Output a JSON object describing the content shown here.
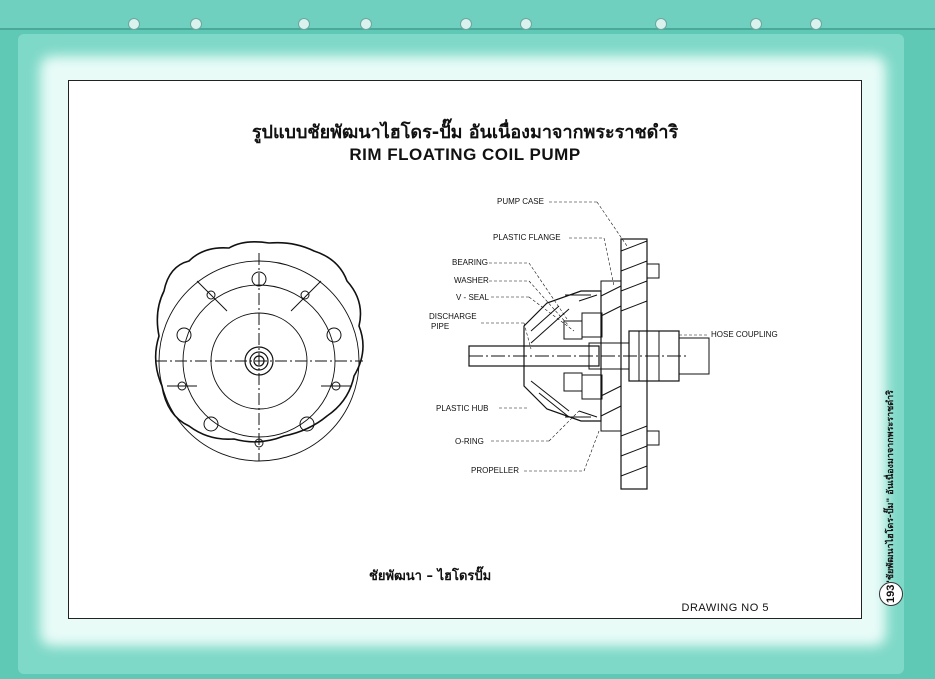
{
  "title_thai": "รูปแบบชัยพัฒนาไฮโดร-ปั๊ม อันเนื่องมาจากพระราชดำริ",
  "title_english": "RIM FLOATING COIL PUMP",
  "caption": "ชัยพัฒนา – ไฮโดรปั๊ม",
  "drawing_number": "DRAWING   NO 5",
  "labels": {
    "pump_case": "PUMP CASE",
    "plastic_flange": "PLASTIC FLANGE",
    "bearing": "BEARING",
    "washer": "WASHER",
    "v_seal": "V - SEAL",
    "discharge": "DISCHARGE",
    "pipe": "PIPE",
    "hose_coupling": "HOSE COUPLING",
    "plastic_hub": "PLASTIC HUB",
    "o_ring": "O-RING",
    "propeller": "PROPELLER"
  },
  "spine_text": "\"ชัยพัฒนาไฮโดร-ปั๊ม\" อันเนื่องมาจากพระราชดำริ",
  "page_number": "193",
  "colors": {
    "frame": "#5fc9b6",
    "panel": "#ffffff",
    "ink": "#111111"
  }
}
